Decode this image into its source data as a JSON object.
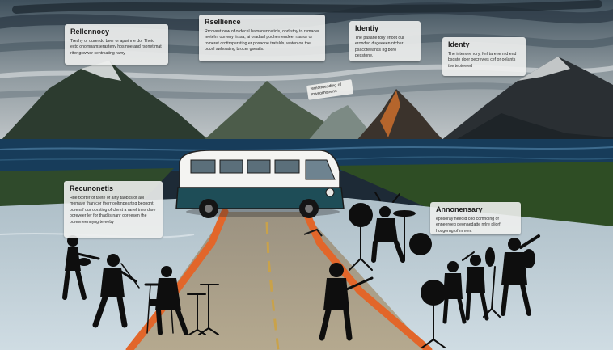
{
  "cards": {
    "top_left": {
      "title": "Rellennocy",
      "body": "Treshy or durendo beer or apwinne dor Theic ecto onompamserasteny hosmoe and rsonet mat riter gcwwar centrsating ramy"
    },
    "top_center": {
      "title": "Rsellience",
      "body": "Rrcovest oow of ordecel hamanenceticls, ond stny to rsmaoer teeteln, oor eny lirssa, ai oradaal pochernendeet rsanor or romeret orottmpersting er posaone tratelds, waten on the pocel swlesating brocer gseatls."
    },
    "top_right": {
      "title": "Identiy",
      "body": "The pasarie tory enoot our eronded dugeeeen ntcher psacoteeanss rig boro pesstone."
    },
    "far_right": {
      "title": "Identy",
      "body": "The intenore rory, ferl tarene rnd end bsoste doer oecrevies cef or oelants the teoteeled"
    },
    "mid_left": {
      "title": "Recunonetis",
      "body": "Hde txorter of taete of alny taobks of aol mornare than cor therrtooltmpeartng beongnt oorenaf our oorsting of clerst a rarlel tnes dare ooreveer ler for thad is nanr ooreesen the ooreeneennyng tereeby"
    },
    "mid_right": {
      "title": "Annonensary",
      "body": "eposoray heeold coo comnoing of enneeroeg peonaedatte nrlre pliorf hosgerng of mmen."
    }
  },
  "tags": {
    "center_note": "remonoesding of mwsornonens"
  }
}
